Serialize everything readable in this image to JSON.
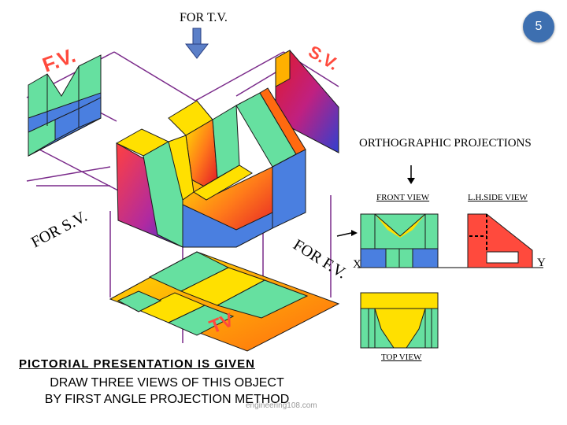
{
  "slide_number": "5",
  "labels": {
    "for_tv": "FOR T.V.",
    "for_sv": "FOR S.V.",
    "for_fv": "FOR F.V.",
    "fv_script": "F.V.",
    "sv_script": "S.V.",
    "tv_script": "TV"
  },
  "ortho": {
    "title": "ORTHOGRAPHIC PROJECTIONS",
    "front_view": "FRONT VIEW",
    "side_view": "L.H.SIDE VIEW",
    "top_view": "TOP VIEW",
    "x_label": "X",
    "y_label": "Y"
  },
  "text": {
    "heading": "PICTORIAL PRESENTATION IS GIVEN",
    "instruction_line1": "DRAW THREE VIEWS OF THIS OBJECT",
    "instruction_line2": "BY FIRST ANGLE PROJECTION METHOD",
    "watermark": "engineering108.com"
  },
  "colors": {
    "badge": "#3d6fb0",
    "view_red": "#ff4a3d",
    "arrow_purple": "#7a2a8a",
    "arrow_blue": "#5b7fc8",
    "face_green": "#66e0a0",
    "face_blue": "#4a7fe0",
    "face_yellow": "#ffe000"
  }
}
